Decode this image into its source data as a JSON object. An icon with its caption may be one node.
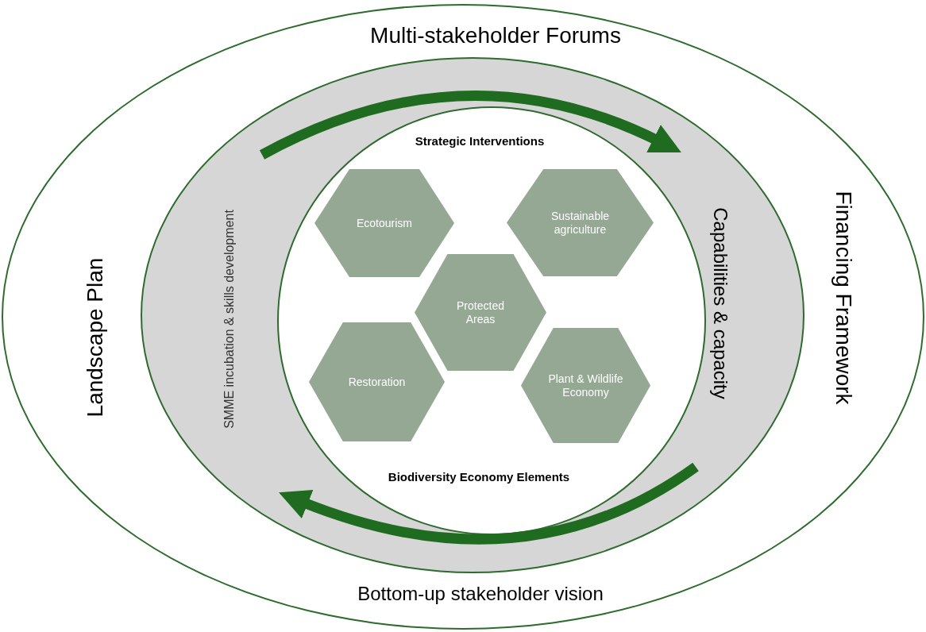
{
  "diagram": {
    "nodes": [
      {
        "text": [
          "Multi-stakeholder Forums",
          "Landscape Plan",
          "Financing Framework",
          "Bottom-up stakeholder vision"
        ]
      },
      {
        "text": [
          "SMME incubation & skills development",
          "Capabilities & capacity"
        ],
        "in": 0
      },
      {
        "text": [
          "Strategic Interventions",
          "Biodiversity Economy Elements"
        ],
        "in": 1
      },
      {
        "text": [
          "Ecotourism"
        ],
        "in": 2
      },
      {
        "text": [
          "Sustainable agriculture"
        ],
        "in": 2
      },
      {
        "text": [
          "Protected Areas"
        ],
        "in": 2
      },
      {
        "text": [
          "Restoration"
        ],
        "in": 2
      },
      {
        "text": [
          "Plant & Wildlife Economy"
        ],
        "in": 2
      }
    ],
    "edges": []
  }
}
